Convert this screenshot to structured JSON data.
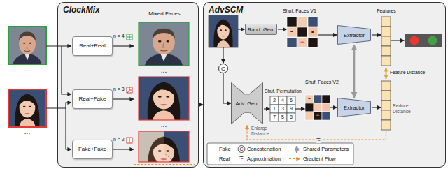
{
  "diagram": {
    "nodes": [
      {
        "text": [
          "ClockMix"
        ]
      },
      {
        "text": [
          "Real+Real"
        ],
        "in": 0
      },
      {
        "text": [
          "Real+Fake"
        ],
        "in": 0
      },
      {
        "text": [
          "Fake+Fake"
        ],
        "in": 0
      },
      {
        "text": [
          "Mixed Faces"
        ],
        "in": 0
      },
      {
        "text": [
          "AdvSCM"
        ]
      },
      {
        "text": [
          "Rand. Gen."
        ],
        "in": 5
      },
      {
        "text": [
          "Adv. Gen."
        ],
        "in": 5
      },
      {
        "text": [
          "C"
        ],
        "in": 5
      },
      {
        "text": [
          "Extractor"
        ],
        "in": 5
      },
      {
        "text": [
          "Extractor"
        ],
        "in": 5
      }
    ],
    "edges": [
      {
        "from": 1,
        "to": 4,
        "arrow": "to"
      },
      {
        "from": 2,
        "to": 4,
        "arrow": "to"
      },
      {
        "from": 3,
        "to": 4,
        "arrow": "to"
      },
      {
        "from": 0,
        "to": 5,
        "arrow": "to"
      },
      {
        "from": 8,
        "to": 7,
        "arrow": "to"
      },
      {
        "from": 9,
        "to": 10,
        "arrow": "both"
      }
    ],
    "labels": [
      "n = 4",
      "n = 3",
      "n = 2",
      "...",
      "...",
      "...",
      "...",
      "Shuf. Faces V1",
      "Shuf. Permutation",
      "2",
      "4",
      "6",
      "1",
      "3",
      "9",
      "7",
      "5",
      "8",
      "Shuf. Faces V2",
      "Features",
      "Feature Distance",
      "Enlarge Distance",
      "Reduce Distance",
      "≈",
      "C",
      "≈"
    ],
    "legend": [
      {
        "text": "Fake",
        "color": "#e53935"
      },
      {
        "text": "Real",
        "color": "#2e9e3e"
      },
      {
        "text": "Concatenation"
      },
      {
        "text": "Approximation"
      },
      {
        "text": "Shared Parameters"
      },
      {
        "text": "Gradient Flow"
      }
    ]
  }
}
